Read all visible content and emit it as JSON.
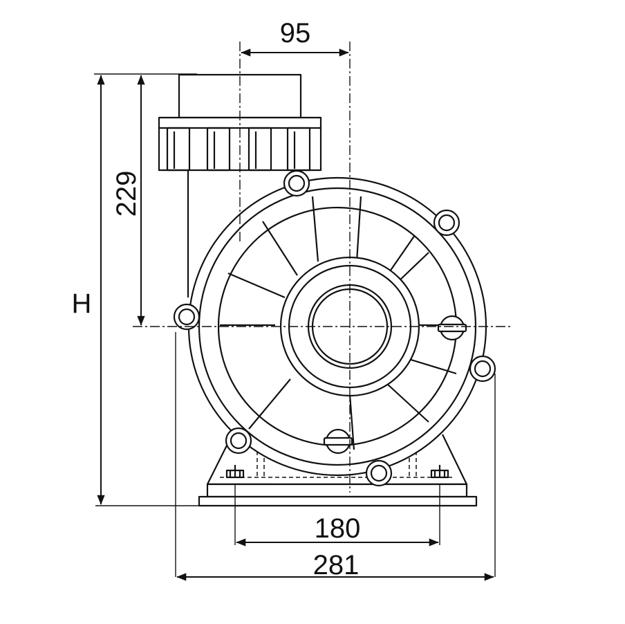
{
  "dimensions": {
    "top_offset": "95",
    "height_to_axis": "229",
    "overall_height": "H",
    "bolt_spacing": "180",
    "overall_width": "281"
  },
  "colors": {
    "line": "#111111",
    "background": "#ffffff"
  }
}
